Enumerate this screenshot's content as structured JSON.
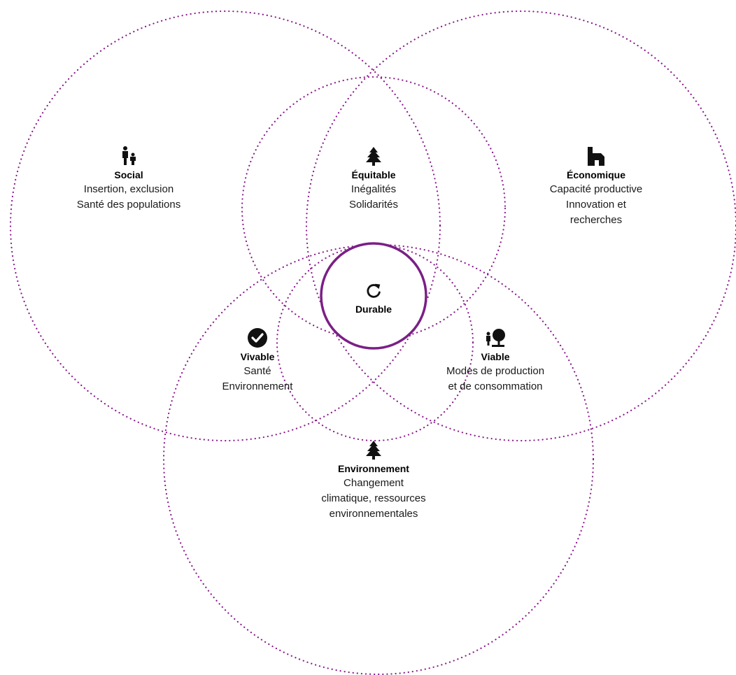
{
  "colors": {
    "ring_stroke": "#8a1a8c",
    "center_stroke": "#7b1f86",
    "text": "#1a1a1a",
    "icon": "#111111"
  },
  "zones": {
    "social": {
      "icon": "family-icon",
      "title": "Social",
      "lines": [
        "Insertion, exclusion",
        "Santé des populations"
      ]
    },
    "economique": {
      "icon": "building-icon",
      "title": "Économique",
      "lines": [
        "Capacité productive",
        "Innovation et",
        "recherches"
      ]
    },
    "environnement": {
      "icon": "pine-tree-icon",
      "title": "Environnement",
      "lines": [
        "Changement",
        "climatique, ressources",
        "environnementales"
      ]
    },
    "equitable": {
      "icon": "pine-tree-icon",
      "title": "Équitable",
      "lines": [
        "Inégalités",
        "Solidarités"
      ]
    },
    "vivable": {
      "icon": "check-circle-icon",
      "title": "Vivable",
      "lines": [
        "Santé",
        "Environnement"
      ]
    },
    "viable": {
      "icon": "person-tree-icon",
      "title": "Viable",
      "lines": [
        "Modes de production",
        "et de consommation"
      ]
    },
    "durable": {
      "icon": "refresh-icon",
      "title": "Durable"
    }
  }
}
